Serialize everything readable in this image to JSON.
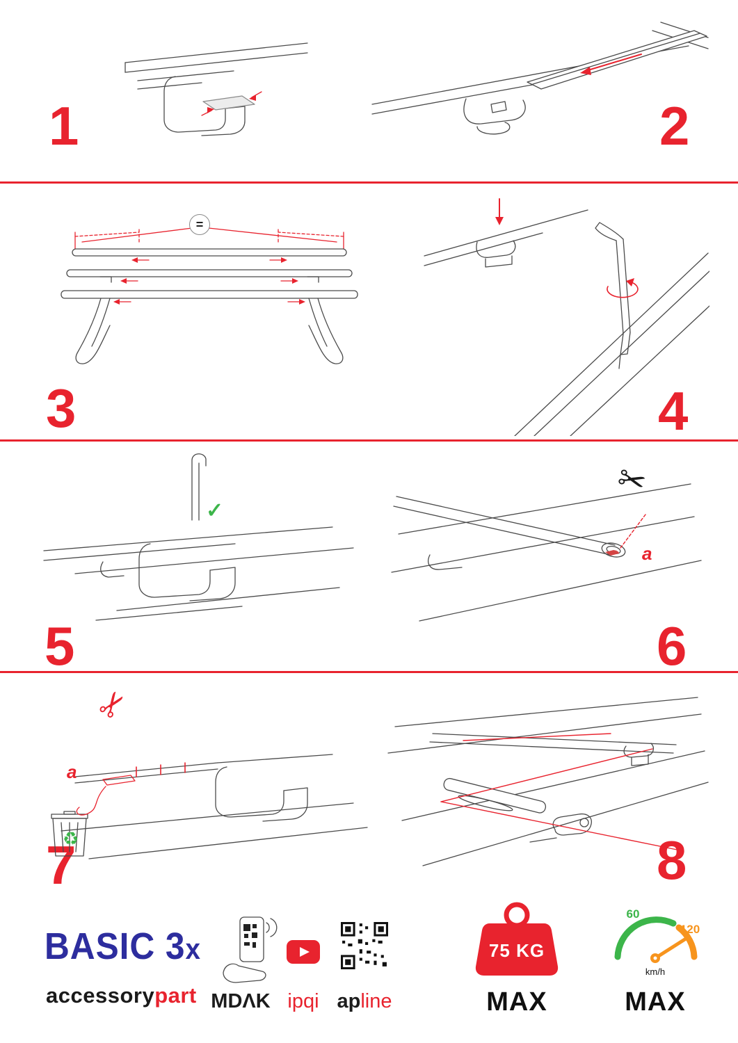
{
  "steps": [
    {
      "number": "1"
    },
    {
      "number": "2"
    },
    {
      "number": "3"
    },
    {
      "number": "4"
    },
    {
      "number": "5"
    },
    {
      "number": "6"
    },
    {
      "number": "7"
    },
    {
      "number": "8"
    }
  ],
  "labels": {
    "equals": "=",
    "cut_mark": "a",
    "check": "✓",
    "scissors": "✂",
    "recycle": "♻"
  },
  "footer": {
    "product_name": "BASIC 3",
    "product_suffix": "x",
    "brand_part1": "accessory",
    "brand_part2": "part",
    "partner_mdak": "MDΛK",
    "partner_ipqi": "ipqi",
    "partner_apline_1": "ap",
    "partner_apline_2": "line",
    "max_load": "75 KG",
    "max_load_label": "MAX",
    "speed_min": "60",
    "speed_max_value": "120",
    "speed_unit": "km/h",
    "speed_label": "MAX"
  },
  "colors": {
    "accent_red": "#e8232e",
    "brand_blue": "#2d2d9e",
    "green": "#3cb54a",
    "orange": "#f7941d"
  }
}
